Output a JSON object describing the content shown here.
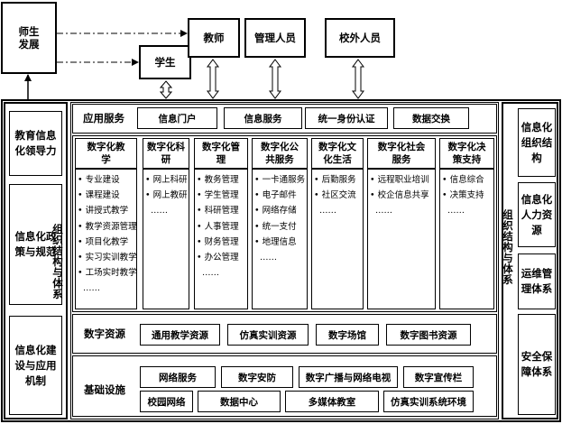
{
  "top": {
    "teacher_student_dev": "师生发展",
    "student": "学生",
    "teacher": "教师",
    "admin_staff": "管理人员",
    "external_staff": "校外人员"
  },
  "left_column": {
    "items": [
      "教育信息化领导力",
      "信息化政策与规范",
      "信息化建设与应用机制"
    ],
    "vertical_label": "组织结构与体系"
  },
  "right_column": {
    "items": [
      "信息化组织结构",
      "信息化人力资源",
      "运维管理体系",
      "安全保障体系"
    ],
    "vertical_label": "组织结构与体系"
  },
  "application_services": {
    "label": "应用服务",
    "items": [
      "信息门户",
      "信息服务",
      "统一身份认证",
      "数据交换"
    ]
  },
  "digital_columns": [
    {
      "title": "数字化教学",
      "items": [
        "专业建设",
        "课程建设",
        "讲授式教学",
        "教学资源管理",
        "项目化教学",
        "实习实训教学",
        "工场实时教学"
      ],
      "more": "……"
    },
    {
      "title": "数字化科研",
      "items": [
        "网上科研",
        "网上教研"
      ],
      "more": "……"
    },
    {
      "title": "数字化管理",
      "items": [
        "教务管理",
        "学生管理",
        "科研管理",
        "人事管理",
        "财务管理",
        "办公管理"
      ],
      "more": "……"
    },
    {
      "title": "数字化公共服务",
      "items": [
        "一卡通服务",
        "电子邮件",
        "网络存储",
        "统一支付",
        "地理信息"
      ],
      "more": "……"
    },
    {
      "title": "数字化文化生活",
      "items": [
        "后勤服务",
        "社区交流"
      ],
      "more": "……"
    },
    {
      "title": "数字化社会服务",
      "items": [
        "远程职业培训",
        "校企信息共享"
      ],
      "more": "……"
    },
    {
      "title": "数字化决策支持",
      "items": [
        "信息综合",
        "决策支持"
      ],
      "more": "……"
    }
  ],
  "digital_resources": {
    "label": "数字资源",
    "items": [
      "通用教学资源",
      "仿真实训资源",
      "数字场馆",
      "数字图书资源"
    ]
  },
  "infrastructure": {
    "label": "基础设施",
    "row1": [
      "网络服务",
      "数字安防",
      "数字广播与网络电视",
      "数字宣传栏"
    ],
    "row2": [
      "校园网络",
      "数据中心",
      "多媒体教室",
      "仿真实训系统环境"
    ]
  }
}
